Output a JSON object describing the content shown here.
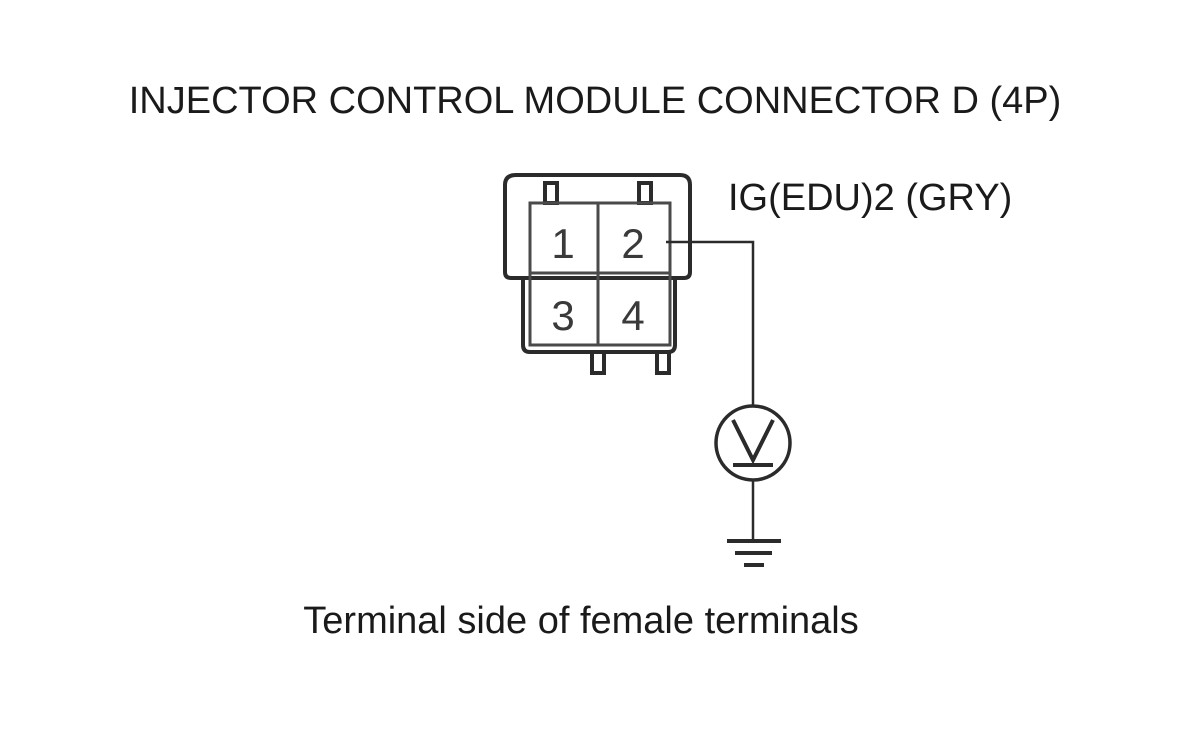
{
  "diagram": {
    "title": "INJECTOR CONTROL MODULE CONNECTOR D (4P)",
    "wire_label": "IG(EDU)2 (GRY)",
    "caption": "Terminal side of female terminals",
    "connector": {
      "pins": [
        "1",
        "2",
        "3",
        "4"
      ]
    },
    "meter_icon": "voltmeter-icon",
    "ground_icon": "ground-icon"
  }
}
